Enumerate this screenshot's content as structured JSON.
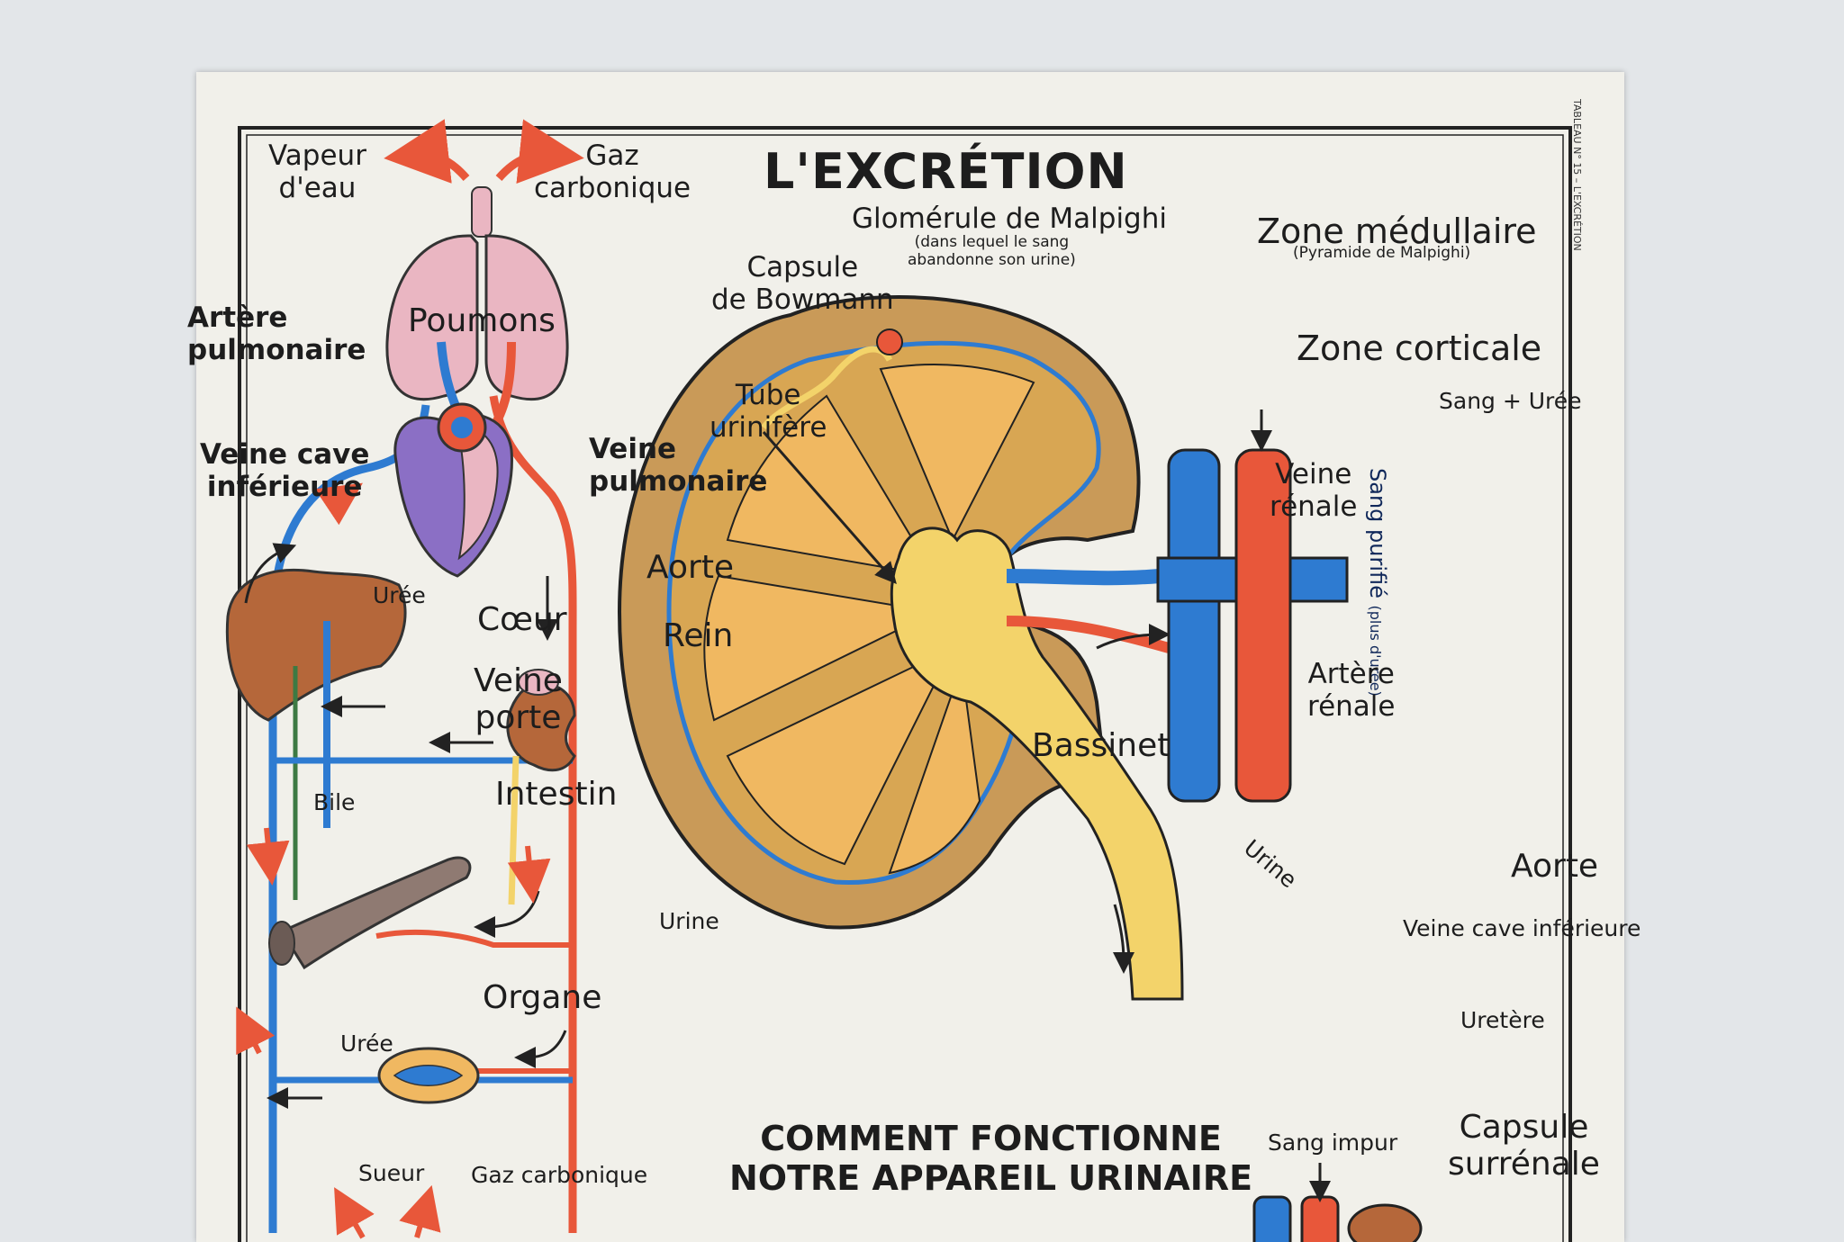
{
  "title": "L'EXCRÉTION",
  "side_text": "TABLEAU N° 15 – L'EXCRÉTION",
  "left": {
    "vapeur_eau": [
      "Vapeur",
      "d'eau"
    ],
    "gaz_carbonique": [
      "Gaz",
      "carbonique"
    ],
    "poumons": "Poumons",
    "artere_pulmonaire": [
      "Artère",
      "pulmonaire"
    ],
    "veine_cave_inferieure": [
      "Veine cave",
      "inférieure"
    ],
    "veine_pulmonaire": [
      "Veine",
      "pulmonaire"
    ],
    "uree_1": "Urée",
    "coeur": "Cœur",
    "aorte": "Aorte",
    "rein": "Rein",
    "veine_porte": [
      "Veine",
      "porte"
    ],
    "intestin": "Intestin",
    "bile": "Bile",
    "urine": "Urine",
    "organe": "Organe",
    "uree_2": "Urée",
    "sueur": "Sueur",
    "gaz_carbonique_2": "Gaz carbonique"
  },
  "kidney": {
    "glomerule": "Glomérule de Malpighi",
    "glomerule_note": [
      "(dans lequel le sang",
      "abandonne son urine)"
    ],
    "capsule_bowmann": [
      "Capsule",
      "de Bowmann"
    ],
    "zone_medullaire": "Zone médullaire",
    "zone_medullaire_note": "(Pyramide de Malpighi)",
    "zone_corticale": "Zone corticale",
    "tube_urinifere": [
      "Tube",
      "urinifère"
    ],
    "sang_uree": "Sang + Urée",
    "veine_renale": [
      "Veine",
      "rénale"
    ],
    "sang_purifie": "Sang purifié",
    "sang_purifie_note": "(plus d'urée)",
    "bassinet": "Bassinet",
    "artere_renale": [
      "Artère",
      "rénale"
    ],
    "urine": "Urine",
    "aorte": "Aorte",
    "veine_cave_inferieure": "Veine cave inférieure",
    "uretere": "Uretère"
  },
  "bottom": {
    "subtitle": [
      "COMMENT FONCTIONNE",
      "NOTRE APPAREIL URINAIRE"
    ],
    "sang_impur": "Sang impur",
    "capsule_surrenale": [
      "Capsule",
      "surrénale"
    ]
  },
  "colors": {
    "blue": "#2e7bd1",
    "red": "#e8573a",
    "kidney_brown": "#c99a58",
    "pyramid": "#f0b861",
    "bassinet": "#f3d36a",
    "lungs": "#eab6c2",
    "liver": "#b5673a"
  }
}
